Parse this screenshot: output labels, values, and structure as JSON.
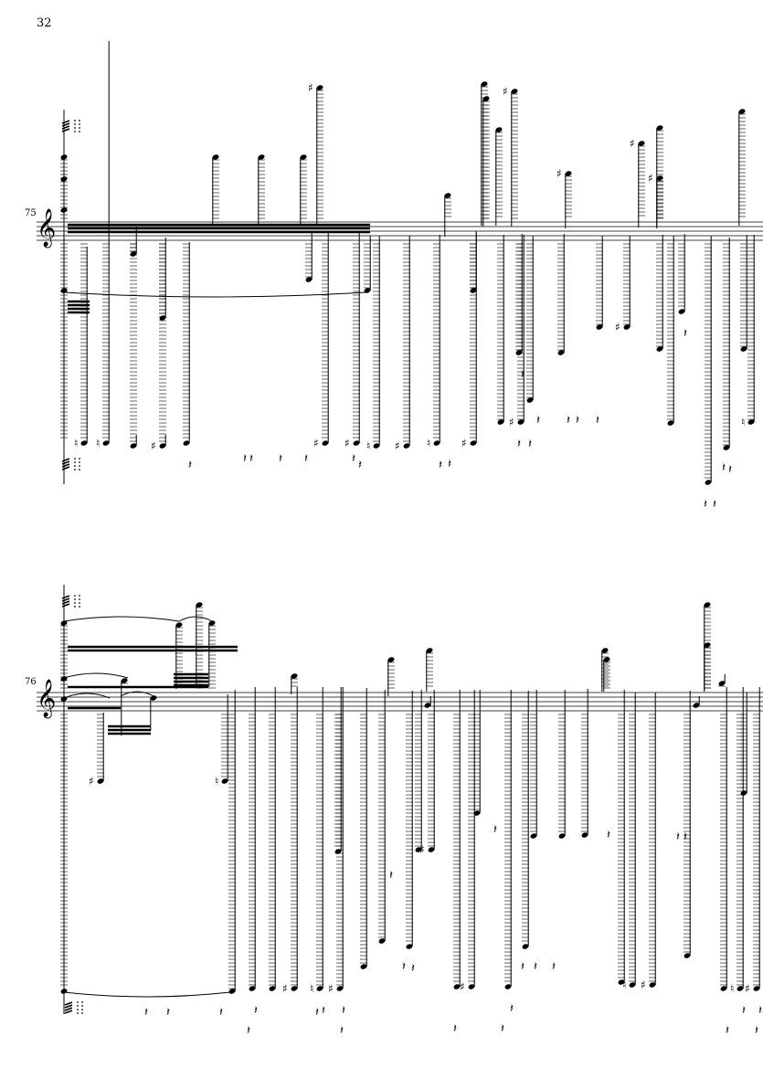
{
  "page": {
    "page_number": "32",
    "systems": [
      {
        "measure_number": "75",
        "clef": "treble"
      },
      {
        "measure_number": "76",
        "clef": "treble"
      }
    ]
  },
  "colors": {
    "ink": "#000000",
    "paper": "#ffffff"
  },
  "icons": [
    "treble-clef-icon",
    "sharp-icon",
    "natural-icon",
    "quarter-rest-icon",
    "tremolo-icon"
  ]
}
